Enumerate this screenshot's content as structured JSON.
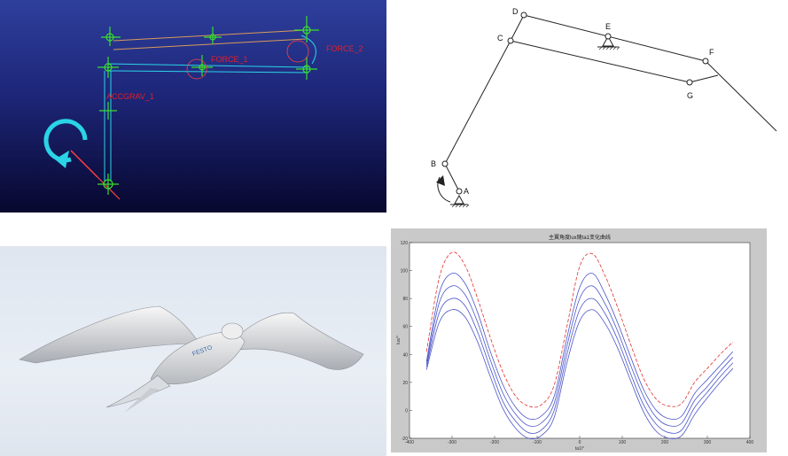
{
  "simulation": {
    "labels": {
      "force1": "FORCE_1",
      "force2": "FORCE_2",
      "gravity": "ACCGRAV_1"
    }
  },
  "linkage": {
    "points": {
      "A": "A",
      "B": "B",
      "C": "C",
      "D": "D",
      "E": "E",
      "F": "F",
      "G": "G"
    }
  },
  "bird": {
    "brand": "FESTO"
  },
  "chart_data": {
    "type": "line",
    "title": "主翼角度lux随ta1变化曲线",
    "xlabel": "ta1/°",
    "ylabel": "lux/°",
    "xlim": [
      -400,
      400
    ],
    "ylim": [
      -20,
      120
    ],
    "xticks": [
      -400,
      -300,
      -200,
      -100,
      0,
      100,
      200,
      300,
      400
    ],
    "yticks": [
      -20,
      0,
      20,
      40,
      60,
      80,
      100,
      120
    ],
    "x": [
      -360,
      -330,
      -300,
      -270,
      -240,
      -210,
      -180,
      -150,
      -120,
      -90,
      -60,
      -30,
      0,
      30,
      60,
      90,
      120,
      150,
      180,
      210,
      240,
      270,
      300,
      330,
      360
    ],
    "series": [
      {
        "color": "#e03030",
        "dash": true,
        "values": [
          42,
          95,
          113,
          104,
          80,
          52,
          27,
          10,
          3,
          4,
          18,
          60,
          103,
          112,
          96,
          73,
          47,
          23,
          8,
          3,
          5,
          20,
          30,
          40,
          49
        ]
      },
      {
        "color": "#4a55c8",
        "dash": false,
        "values": [
          35,
          84,
          98,
          91,
          70,
          42,
          18,
          2,
          -6,
          -4,
          10,
          52,
          88,
          98,
          83,
          62,
          38,
          15,
          0,
          -6,
          -4,
          12,
          22,
          32,
          42
        ]
      },
      {
        "color": "#4a55c8",
        "dash": false,
        "values": [
          33,
          77,
          89,
          83,
          63,
          36,
          12,
          -3,
          -11,
          -9,
          5,
          46,
          80,
          89,
          76,
          56,
          32,
          10,
          -5,
          -11,
          -9,
          7,
          17,
          28,
          38
        ]
      },
      {
        "color": "#4a55c8",
        "dash": false,
        "values": [
          31,
          70,
          80,
          75,
          56,
          30,
          6,
          -8,
          -16,
          -14,
          0,
          40,
          72,
          80,
          69,
          50,
          26,
          4,
          -10,
          -16,
          -14,
          2,
          13,
          24,
          34
        ]
      },
      {
        "color": "#4a55c8",
        "dash": false,
        "values": [
          29,
          63,
          72,
          67,
          49,
          24,
          1,
          -13,
          -20,
          -18,
          -5,
          34,
          64,
          72,
          62,
          44,
          21,
          -1,
          -15,
          -20,
          -18,
          -3,
          9,
          20,
          30
        ]
      }
    ]
  },
  "colors": {
    "sim_background": "#1d2678",
    "force_label": "#e0202a",
    "link_cyan": "#2ad4e6",
    "link_orange": "#e0a060",
    "marker_green": "#39e02b"
  }
}
